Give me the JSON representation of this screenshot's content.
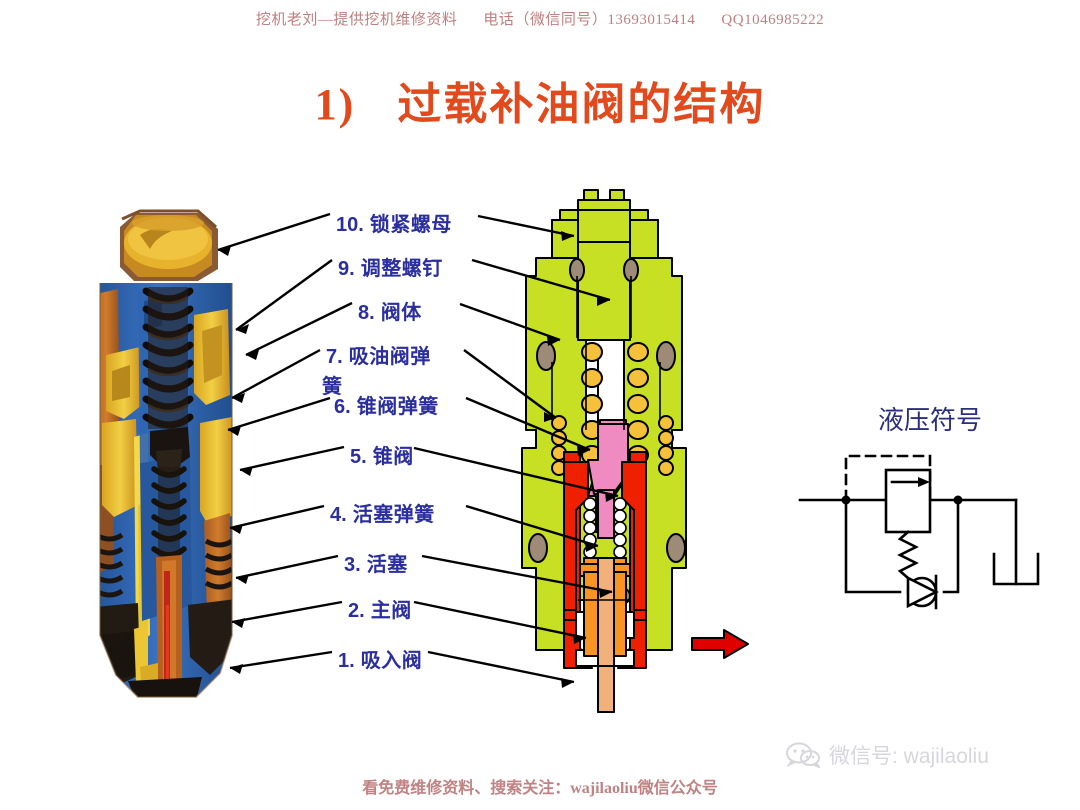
{
  "header": {
    "source": "挖机老刘—提供挖机维修资料",
    "phone_label": "电话（微信同号）",
    "phone": "13693015414",
    "qq": "QQ1046985222",
    "color": "#c07f7f"
  },
  "title": {
    "index": "1)",
    "text": "过载补油阀的结构",
    "color": "#e2491c"
  },
  "labels": [
    {
      "num": "10.",
      "text": "锁紧螺母"
    },
    {
      "num": "9.",
      "text": "调整螺钉"
    },
    {
      "num": "8.",
      "text": "阀体"
    },
    {
      "num": "7.",
      "text": "吸油阀弹"
    },
    {
      "num": "",
      "text": "簧"
    },
    {
      "num": "6.",
      "text": "锥阀弹簧"
    },
    {
      "num": "5.",
      "text": "锥阀"
    },
    {
      "num": "4.",
      "text": "活塞弹簧"
    },
    {
      "num": "3.",
      "text": "活塞"
    },
    {
      "num": "2.",
      "text": "主阀"
    },
    {
      "num": "1.",
      "text": "吸入阀"
    }
  ],
  "label_color": "#2b2f9e",
  "symbol": {
    "title": "液压符号",
    "title_color": "#2b2f7e",
    "elements": [
      "relief-valve-box",
      "pilot-dashed-line",
      "spring",
      "check-valve",
      "tank-port",
      "supply-line"
    ]
  },
  "diagram": {
    "photo_caption": "overload-relief-valve-cutaway-photo",
    "section_caption": "overload-relief-valve-cross-section",
    "flow_arrow": "red-right-arrow",
    "colors": {
      "valve_body": "#c8e023",
      "main_valve": "#ef2000",
      "piston": "#f79424",
      "cone_valve": "#ef8bc0",
      "spring_coil": "#f5c13a",
      "seal": "#9d8b78",
      "photo_blue": "#2c5fa8",
      "photo_yellow": "#e9bb2c",
      "photo_orange": "#c8702a",
      "photo_dark": "#2b2218"
    }
  },
  "footer": {
    "text": "看免费维修资料、搜索关注：wajilaoliu微信公众号",
    "color": "#c08282"
  },
  "wechat_badge": {
    "icon": "wechat-icon",
    "text": "微信号: wajilaoliu"
  }
}
